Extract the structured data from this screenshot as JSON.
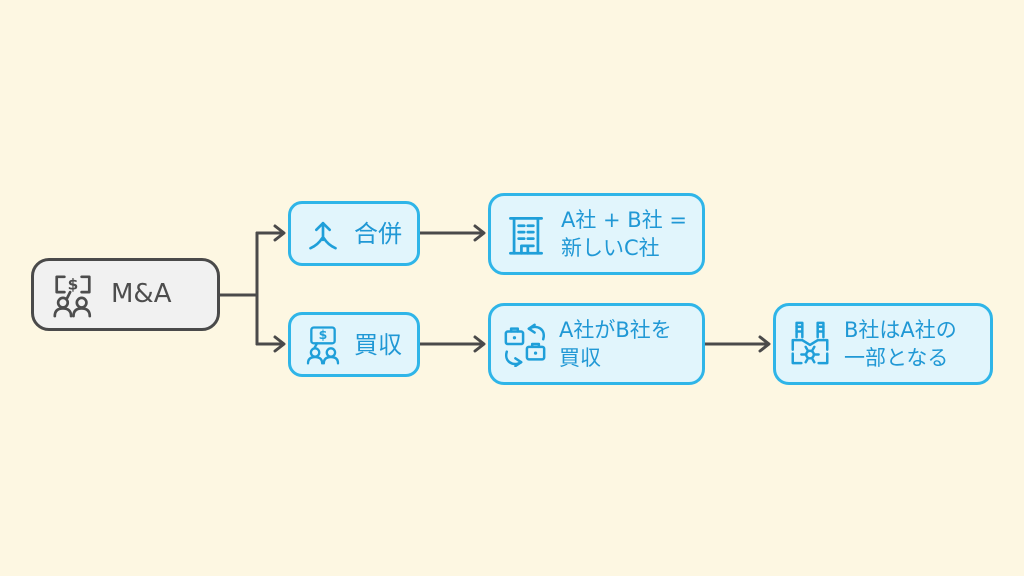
{
  "page": {
    "background_color": "#FDF7E2",
    "kind": "mindmap-flow-diagram"
  },
  "colors": {
    "node_fill": "#E1F5FC",
    "node_border": "#2FB5E8",
    "node_text": "#2098D5",
    "root_fill": "#F1F1F1",
    "root_border": "#4A4A4A",
    "root_text": "#4D4D4D",
    "connector": "#4A4A4A"
  },
  "diagram": {
    "root": {
      "label": "M&A",
      "icon": "money-chat-people-icon"
    },
    "merger": {
      "label": "合併",
      "icon": "merge-arrow-icon"
    },
    "acquisition": {
      "label": "買収",
      "icon": "money-chat-people-icon"
    },
    "merger_result": {
      "line1": "A社 + B社 =",
      "line2": "新しいC社",
      "icon": "office-building-icon"
    },
    "acquisition_result": {
      "line1": "A社がB社を",
      "line2": "買収",
      "icon": "briefcase-exchange-icon"
    },
    "acquisition_outcome": {
      "line1": "B社はA社の",
      "line2": "一部となる",
      "icon": "factory-icon"
    }
  }
}
